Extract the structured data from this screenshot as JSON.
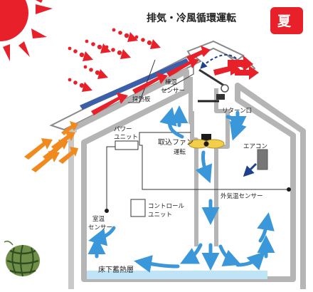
{
  "title": "排気・冷風循環運転",
  "badge": "夏",
  "labels": {
    "ridge_sensor_1": "棟温",
    "ridge_sensor_2": "センサー",
    "heat_collector": "採熱板",
    "power_unit_1": "パワー",
    "power_unit_2": "ユニット",
    "return_port": "リターン口",
    "intake_fan": "取込ファン",
    "operation": "運転",
    "air_conditioner": "エアコン",
    "outdoor_sensor": "外気温センサー",
    "control_unit_1": "コントロール",
    "control_unit_2": "ユニット",
    "room_sensor_1": "室温",
    "room_sensor_2": "センサー",
    "storage_layer": "床下蓄熱層"
  },
  "colors": {
    "sun_red": "#e8202a",
    "outline_gray": "#b5b5b5",
    "air_orange": "#f08a1e",
    "air_blue": "#3a97d9",
    "exhaust_red": "#e8202a",
    "collector_blue": "#3c5fa8",
    "storage_blue": "#bfe4f5",
    "fan_yellow": "#f2cf4a"
  },
  "icons": [
    "sun-icon",
    "fan-icon",
    "watermelon-icon"
  ]
}
